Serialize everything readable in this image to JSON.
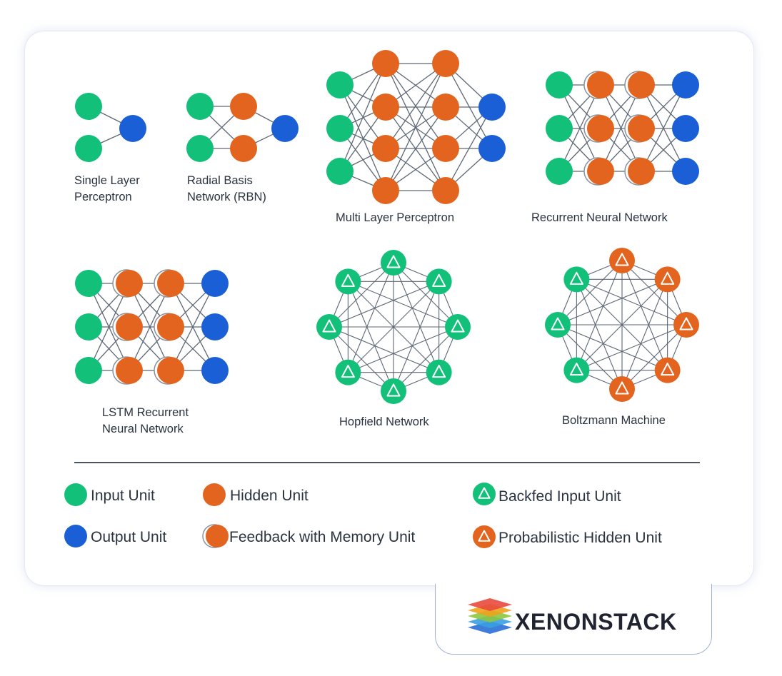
{
  "colors": {
    "input_unit": "#12c07a",
    "hidden_unit": "#e3641e",
    "output_unit": "#1b5fd6",
    "edge": "#5d6775",
    "divider": "#4a5563"
  },
  "networks": [
    {
      "id": "single-layer-perceptron",
      "label_lines": [
        "Single Layer",
        "Perceptron"
      ]
    },
    {
      "id": "radial-basis-network",
      "label_lines": [
        "Radial Basis",
        "Network (RBN)"
      ]
    },
    {
      "id": "multi-layer-perceptron",
      "label_lines": [
        "Multi Layer Perceptron"
      ]
    },
    {
      "id": "recurrent-neural-network",
      "label_lines": [
        "Recurrent Neural Network"
      ]
    },
    {
      "id": "lstm-recurrent-neural-network",
      "label_lines": [
        "LSTM Recurrent",
        "Neural Network"
      ]
    },
    {
      "id": "hopfield-network",
      "label_lines": [
        "Hopfield Network"
      ]
    },
    {
      "id": "boltzmann-machine",
      "label_lines": [
        "Boltzmann Machine"
      ]
    }
  ],
  "legend": [
    {
      "id": "input-unit",
      "label": "Input Unit",
      "icon": "input-unit-icon"
    },
    {
      "id": "hidden-unit",
      "label": "Hidden Unit",
      "icon": "hidden-unit-icon"
    },
    {
      "id": "backfed-input-unit",
      "label": "Backfed Input Unit",
      "icon": "backfed-input-unit-icon"
    },
    {
      "id": "output-unit",
      "label": "Output Unit",
      "icon": "output-unit-icon"
    },
    {
      "id": "feedback-memory-unit",
      "label": "Feedback with Memory Unit",
      "icon": "feedback-memory-unit-icon"
    },
    {
      "id": "probabilistic-hidden-unit",
      "label": "Probabilistic Hidden Unit",
      "icon": "probabilistic-hidden-unit-icon"
    }
  ],
  "brand": {
    "name": "XENONSTACK",
    "logo_colors": [
      "#e84a3c",
      "#f0a21d",
      "#8dc63f",
      "#3aa0e0",
      "#2a6fd6"
    ]
  }
}
